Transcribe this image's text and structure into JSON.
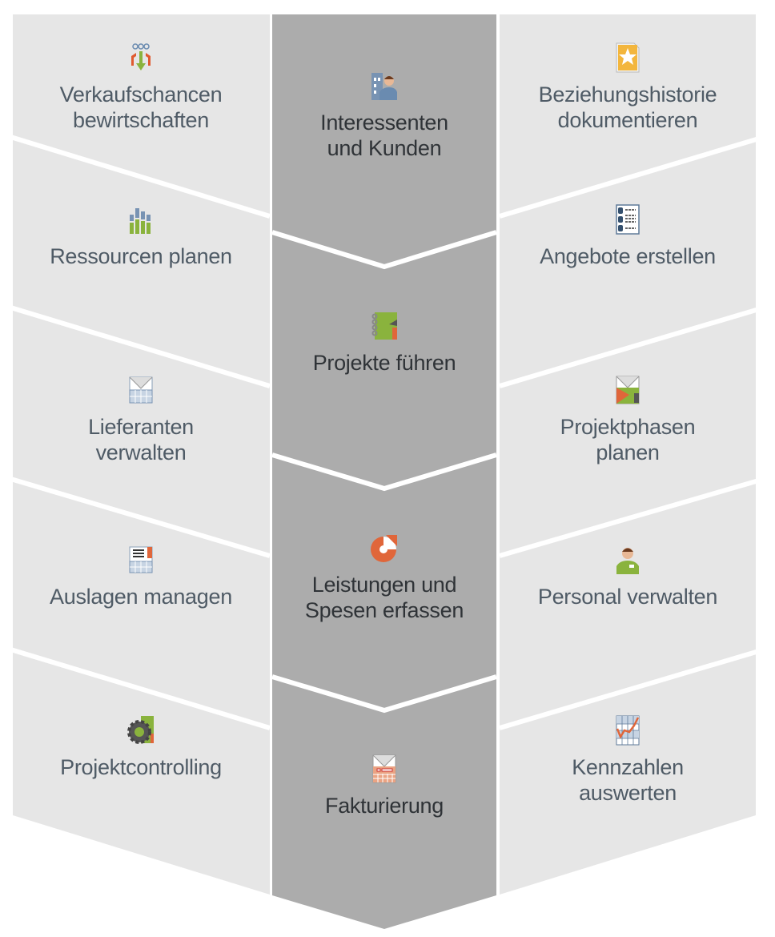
{
  "colors": {
    "side_panel": "#e6e6e6",
    "center_panel": "#acacac",
    "separator": "#ffffff",
    "side_text": "#4f5b66",
    "center_text": "#2f3337"
  },
  "left": [
    {
      "icon": "sales-funnel-icon",
      "lines": [
        "Verkaufschancen",
        "bewirtschaften"
      ]
    },
    {
      "icon": "bar-chart-icon",
      "lines": [
        "Ressourcen planen"
      ]
    },
    {
      "icon": "envelope-calendar-icon",
      "lines": [
        "Lieferanten",
        "verwalten"
      ]
    },
    {
      "icon": "list-calendar-icon",
      "lines": [
        "Auslagen managen"
      ]
    },
    {
      "icon": "gear-notebook-icon",
      "lines": [
        "Projektcontrolling"
      ]
    }
  ],
  "center": [
    {
      "icon": "building-person-icon",
      "lines": [
        "Interessenten",
        "und Kunden"
      ]
    },
    {
      "icon": "notebook-icon",
      "lines": [
        "Projekte führen"
      ]
    },
    {
      "icon": "pie-chart-icon",
      "lines": [
        "Leistungen und",
        "Spesen erfassen"
      ]
    },
    {
      "icon": "invoice-icon",
      "lines": [
        "Fakturierung"
      ]
    }
  ],
  "right": [
    {
      "icon": "star-document-icon",
      "lines": [
        "Beziehungshistorie",
        "dokumentieren"
      ]
    },
    {
      "icon": "calculator-list-icon",
      "lines": [
        "Angebote erstellen"
      ]
    },
    {
      "icon": "gantt-envelope-icon",
      "lines": [
        "Projektphasen",
        "planen"
      ]
    },
    {
      "icon": "employee-icon",
      "lines": [
        "Personal verwalten"
      ]
    },
    {
      "icon": "line-chart-icon",
      "lines": [
        "Kennzahlen",
        "auswerten"
      ]
    }
  ]
}
